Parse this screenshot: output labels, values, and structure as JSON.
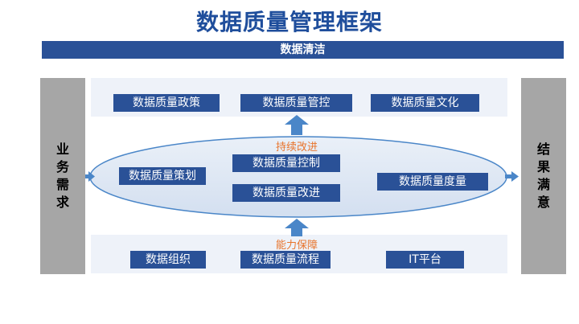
{
  "title": "数据质量管理框架",
  "top_bar": "数据清洁",
  "left_side": "业务需求",
  "right_side": "结果满意",
  "top_row": [
    "数据质量政策",
    "数据质量管控",
    "数据质量文化"
  ],
  "middle": {
    "left": "数据质量策划",
    "center_top": "数据质量控制",
    "center_bottom": "数据质量改进",
    "right": "数据质量度量"
  },
  "bottom_row": [
    "数据组织",
    "数据质量流程",
    "IT平台"
  ],
  "labels": {
    "upper_arrow": "持续改进",
    "lower_arrow": "能力保障"
  },
  "colors": {
    "primary": "#2a5197",
    "side": "#a6a6a6",
    "panel": "#eef2f9",
    "ellipse_fill": "#dde6f3",
    "arrow": "#4a86c8",
    "note": "#e8742c"
  }
}
